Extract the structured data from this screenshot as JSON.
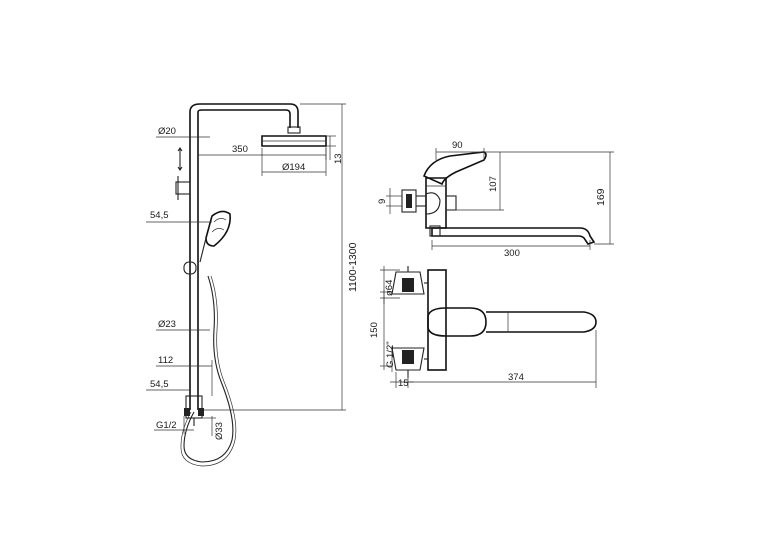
{
  "shower_column": {
    "dims": {
      "pipe_diameter": "Ø20",
      "arm_reach": "350",
      "head_diameter": "Ø194",
      "head_thickness": "13",
      "height_range": "1100-1300",
      "handshower_offset_top": "54,5",
      "pipe_diameter_lower": "Ø23",
      "outlet_width": "112",
      "handshower_offset_bottom": "54,5",
      "inlet_thread": "G1/2",
      "inlet_diameter": "Ø33"
    }
  },
  "faucet": {
    "side_dims": {
      "lever_reach": "90",
      "lever_height": "107",
      "body_height": "169",
      "inlet_gap": "9",
      "spout_reach": "300"
    },
    "top_dims": {
      "rosette_diameter": "ø64",
      "center_distance": "150",
      "thread": "G 1/2\"",
      "wall_offset": "15",
      "spout_length": "374"
    }
  }
}
